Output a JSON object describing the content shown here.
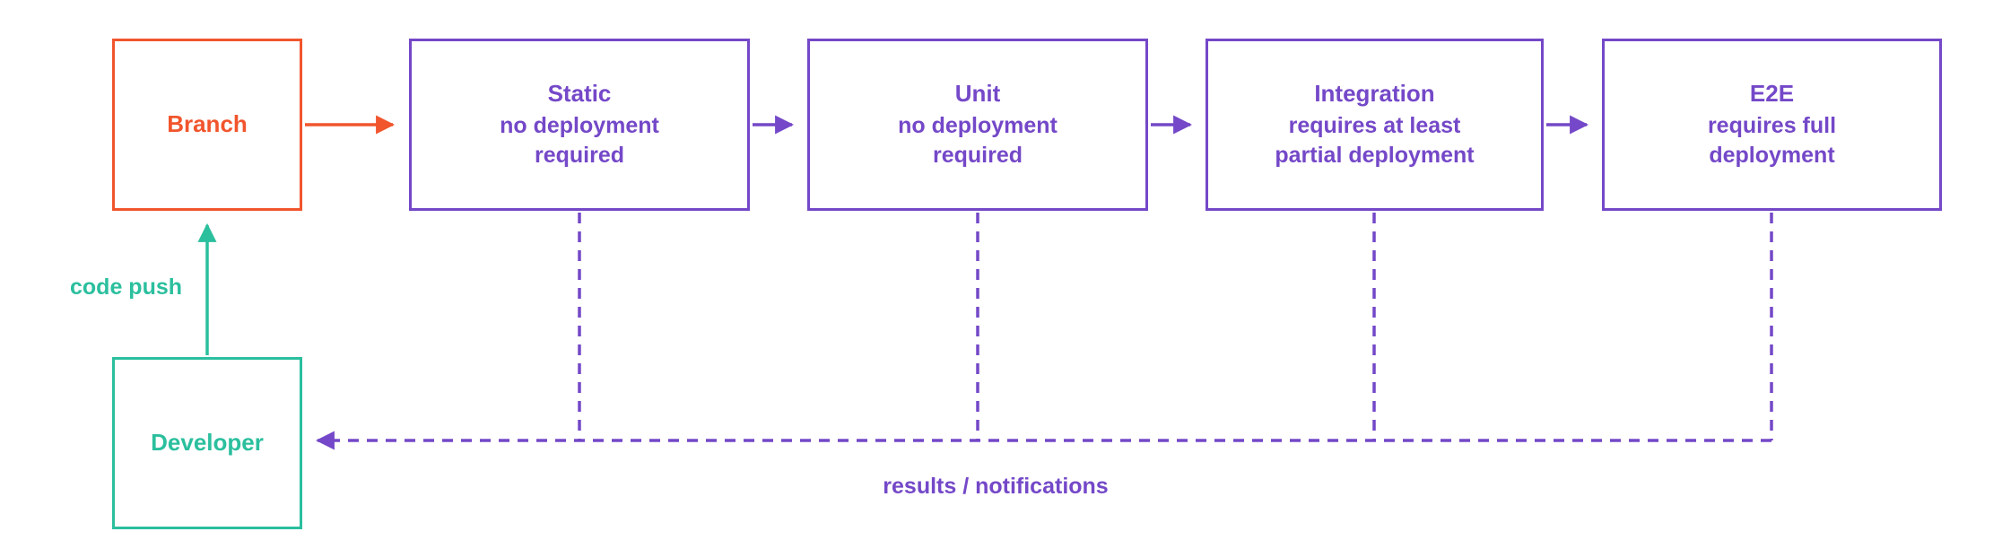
{
  "diagram": {
    "colors": {
      "orange": "#f1552d",
      "teal": "#2bbf9e",
      "purple": "#7448c8"
    },
    "nodes": {
      "branch": {
        "label": "Branch"
      },
      "static": {
        "title": "Static",
        "subtitle": "no deployment\nrequired"
      },
      "unit": {
        "title": "Unit",
        "subtitle": "no deployment\nrequired"
      },
      "integration": {
        "title": "Integration",
        "subtitle": "requires at least\npartial deployment"
      },
      "e2e": {
        "title": "E2E",
        "subtitle": "requires full\ndeployment"
      },
      "developer": {
        "label": "Developer"
      }
    },
    "edges": {
      "code_push": {
        "label": "code push"
      },
      "results": {
        "label": "results / notifications"
      }
    }
  }
}
